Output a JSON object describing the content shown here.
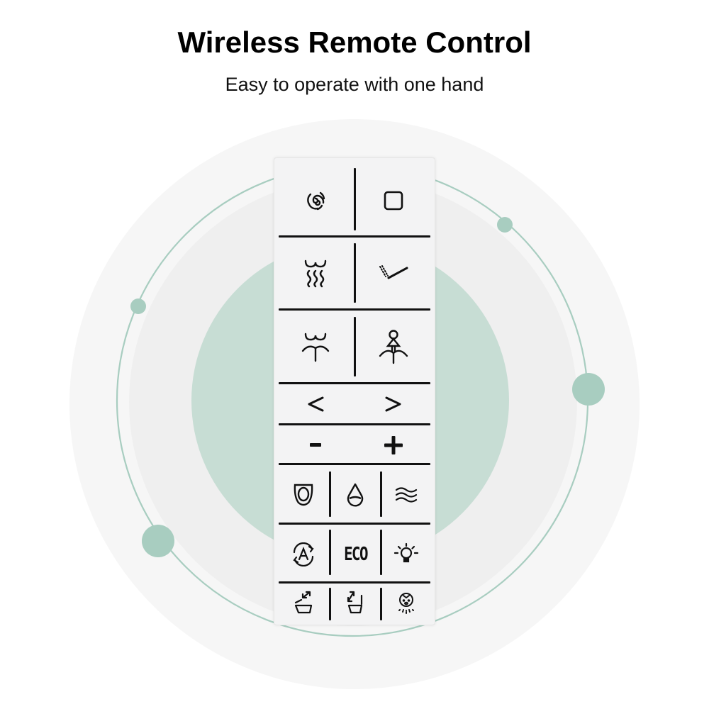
{
  "header": {
    "title": "Wireless Remote Control",
    "subtitle": "Easy to operate with one hand"
  },
  "colors": {
    "accent_green": "#a8cdc0",
    "inner_disk": "#c7ddd4",
    "outer_disk": "#f6f6f6",
    "middle_disk": "#efefef",
    "remote_body": "#f3f3f4",
    "ink": "#111111"
  },
  "remote": {
    "rows": [
      {
        "buttons": [
          {
            "name": "dry-button",
            "icon": "swirl-icon"
          },
          {
            "name": "stop-button",
            "icon": "square-icon"
          }
        ]
      },
      {
        "buttons": [
          {
            "name": "warm-air-button",
            "icon": "warm-air-icon"
          },
          {
            "name": "nozzle-clean-button",
            "icon": "nozzle-icon"
          }
        ]
      },
      {
        "buttons": [
          {
            "name": "rear-wash-button",
            "icon": "rear-wash-icon"
          },
          {
            "name": "front-wash-button",
            "icon": "feminine-wash-icon"
          }
        ]
      },
      {
        "buttons": [
          {
            "name": "position-left-button",
            "label": "<"
          },
          {
            "name": "position-right-button",
            "label": ">"
          }
        ]
      },
      {
        "buttons": [
          {
            "name": "decrease-button",
            "label": "-"
          },
          {
            "name": "increase-button",
            "label": "+"
          }
        ]
      },
      {
        "buttons": [
          {
            "name": "seat-temp-button",
            "icon": "toilet-seat-icon"
          },
          {
            "name": "water-temp-button",
            "icon": "water-drop-icon"
          },
          {
            "name": "air-temp-button",
            "icon": "waves-icon"
          }
        ]
      },
      {
        "buttons": [
          {
            "name": "auto-button",
            "icon": "auto-cycle-icon"
          },
          {
            "name": "eco-button",
            "label": "ECO"
          },
          {
            "name": "night-light-button",
            "icon": "light-bulb-icon"
          }
        ]
      },
      {
        "buttons": [
          {
            "name": "lid-open-button",
            "icon": "lid-open-icon"
          },
          {
            "name": "seat-lid-open-button",
            "icon": "seat-lid-open-icon"
          },
          {
            "name": "child-wash-button",
            "icon": "child-face-icon"
          }
        ]
      }
    ]
  }
}
